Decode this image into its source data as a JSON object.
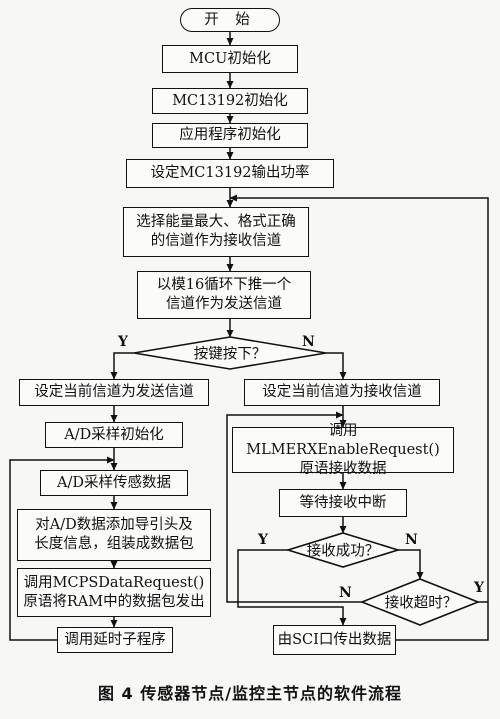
{
  "nodes": {
    "start": "开 始",
    "mcu_init": "MCU初始化",
    "mc13192_init": "MC13192初始化",
    "app_init": "应用程序初始化",
    "set_power": "设定MC13192输出功率",
    "select_channel": "选择能量最大、格式正确\n的信道作为接收信道",
    "next_channel": "以模16循环下推一个\n信道作为发送信道",
    "key_pressed": "按键按下？",
    "set_send": "设定当前信道为发送信道",
    "set_recv": "设定当前信道为接收信道",
    "ad_init": "A/D采样初始化",
    "ad_sample": "A/D采样传感数据",
    "add_header": "对A/D数据添加导引头及\n长度信息，组装成数据包",
    "mcps_request": "调用MCPSDataRequest()\n原语将RAM中的数据包发出",
    "delay": "调用延时子程序",
    "mlme_request": "调用MLMERXEnableRequest()\n原语接收数据",
    "wait_interrupt": "等待接收中断",
    "recv_ok": "接收成功？",
    "recv_timeout": "接收超时？",
    "sci_out": "由SCI口传出数据"
  },
  "labels": {
    "y_key": "Y",
    "n_key": "N",
    "y_recv": "Y",
    "n_recv": "N",
    "n_timeout": "N",
    "y_timeout": "Y"
  },
  "caption": "图 4    传感器节点/监控主节点的软件流程"
}
